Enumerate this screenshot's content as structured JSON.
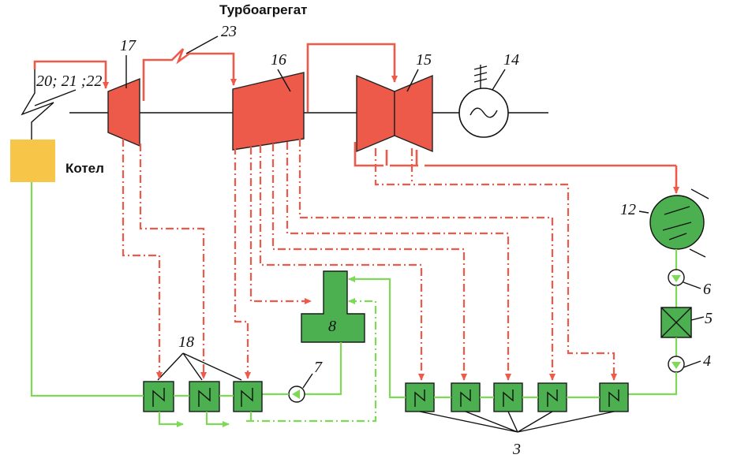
{
  "title": "Турбоагрегат",
  "boiler_label": "Котел",
  "labels": {
    "n3": "3",
    "n4": "4",
    "n5": "5",
    "n6": "6",
    "n7": "7",
    "n8": "8",
    "n12": "12",
    "n14": "14",
    "n15": "15",
    "n16": "16",
    "n17": "17",
    "n18": "18",
    "n20": "20; 21 ;22",
    "n23": "23"
  },
  "colors": {
    "steam": "#ee5a4a",
    "water": "#7ed957",
    "boiler": "#f7c648",
    "equipment": "#4caf50",
    "turbine": "#ee5a4a"
  },
  "icons": [
    "generator-icon",
    "pump-icon",
    "filter-icon",
    "heat-exchanger-icon"
  ]
}
